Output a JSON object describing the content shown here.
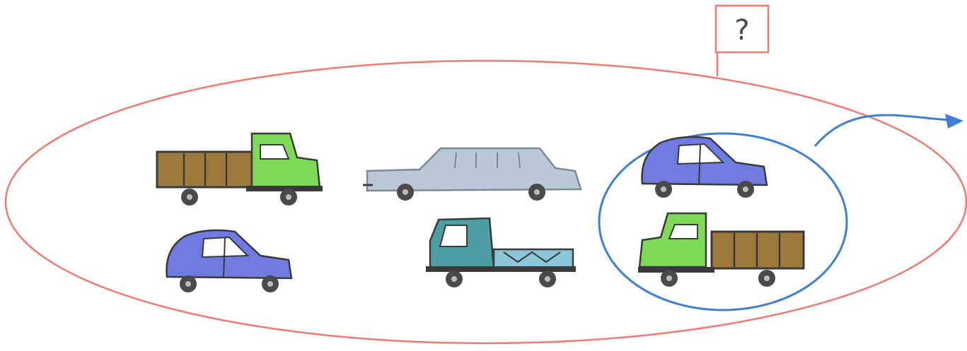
{
  "question": {
    "text": "?"
  },
  "colors": {
    "outer_ellipse": "#ef7a72",
    "inner_circle": "#3f7fd2",
    "arrow": "#3f7fd2",
    "label_box": "#ef7a72",
    "question_text": "#4a4a4a",
    "truck_cab": "#7ed957",
    "truck_bed": "#9c7a3c",
    "small_car": "#6f7be0",
    "limousine": "#b9c7d6",
    "flatbed_truck": "#4d9ea3",
    "outline": "#3a3a3a",
    "wheel": "#4a4a4a"
  },
  "outer_group": {
    "items": [
      {
        "vehicle": "truck-with-box"
      },
      {
        "vehicle": "limousine"
      },
      {
        "vehicle": "small-car"
      },
      {
        "vehicle": "flatbed-truck"
      }
    ]
  },
  "inner_group": {
    "items": [
      {
        "vehicle": "small-car"
      },
      {
        "vehicle": "truck-with-box"
      }
    ]
  }
}
